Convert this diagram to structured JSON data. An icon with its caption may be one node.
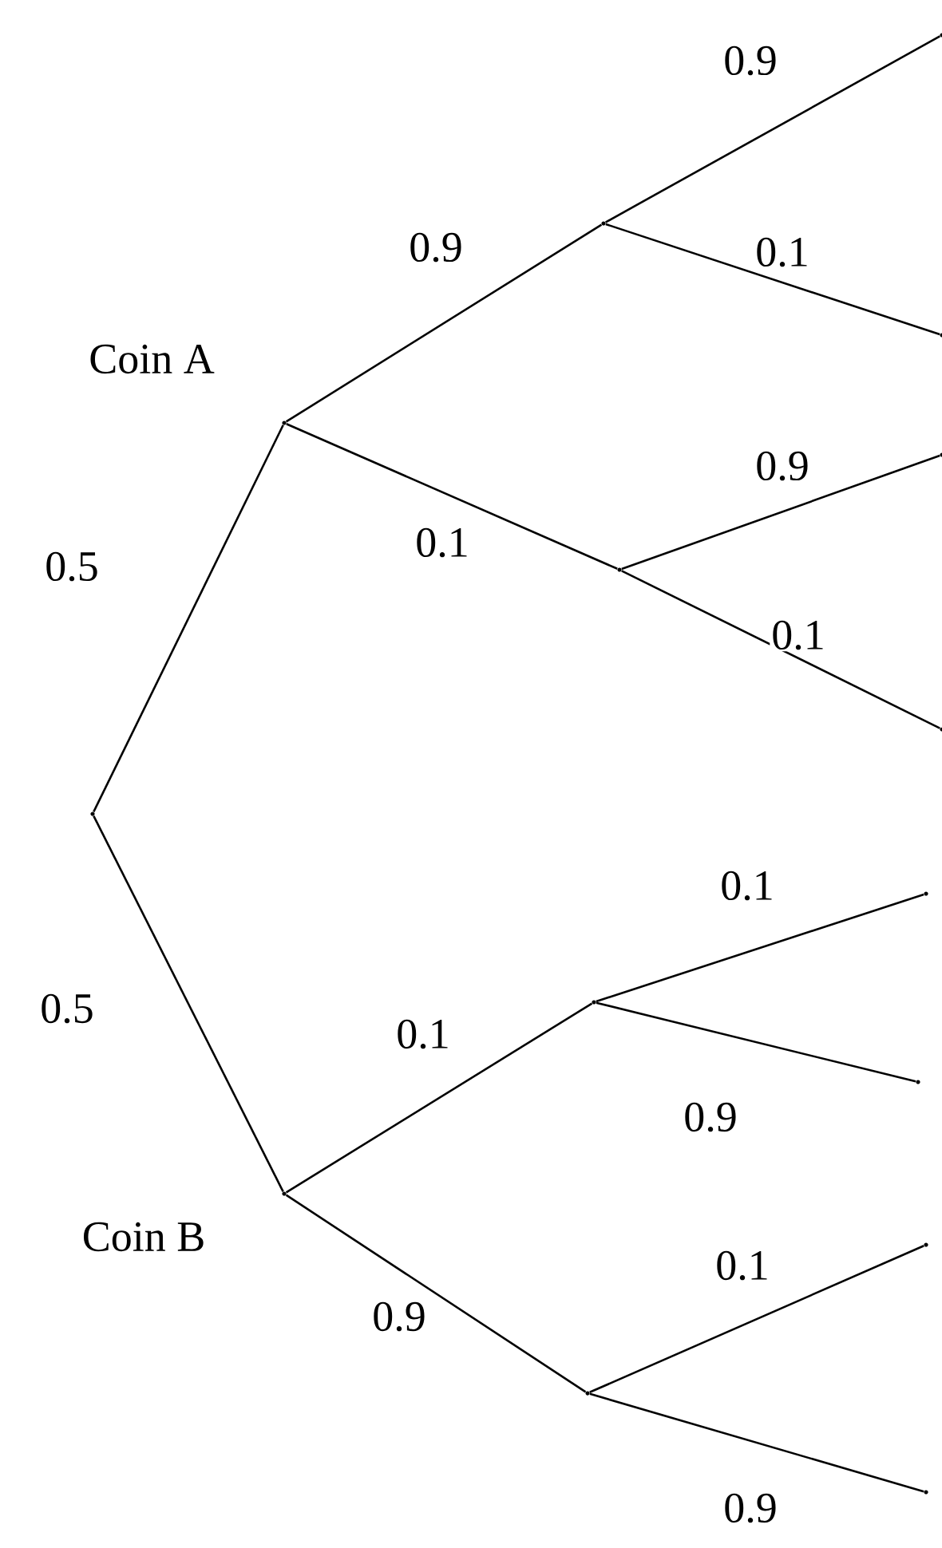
{
  "diagram": {
    "nodes": [
      {
        "text": [],
        "shape": "point"
      },
      {
        "text": [],
        "shape": "point",
        "beside": [
          "Coin A"
        ]
      },
      {
        "text": [],
        "shape": "point",
        "beside": [
          "Coin B"
        ]
      },
      {
        "text": [],
        "shape": "point"
      },
      {
        "text": [],
        "shape": "point"
      },
      {
        "text": [],
        "shape": "point"
      },
      {
        "text": [],
        "shape": "point"
      },
      {
        "text": [],
        "shape": "point"
      },
      {
        "text": [],
        "shape": "point"
      },
      {
        "text": [],
        "shape": "point"
      },
      {
        "text": [],
        "shape": "point"
      },
      {
        "text": [],
        "shape": "point"
      },
      {
        "text": [],
        "shape": "point"
      },
      {
        "text": [],
        "shape": "point"
      },
      {
        "text": [],
        "shape": "point"
      }
    ],
    "edges": [
      {
        "from": 0,
        "to": 1,
        "arrow": "none",
        "label": "0.5"
      },
      {
        "from": 0,
        "to": 2,
        "arrow": "none",
        "label": "0.5"
      },
      {
        "from": 1,
        "to": 3,
        "arrow": "none",
        "label": "0.9"
      },
      {
        "from": 1,
        "to": 4,
        "arrow": "none",
        "label": "0.1"
      },
      {
        "from": 3,
        "to": 7,
        "arrow": "none",
        "label": "0.9"
      },
      {
        "from": 3,
        "to": 8,
        "arrow": "none",
        "label": "0.1"
      },
      {
        "from": 4,
        "to": 9,
        "arrow": "none",
        "label": "0.9"
      },
      {
        "from": 4,
        "to": 10,
        "arrow": "none",
        "label": "0.1"
      },
      {
        "from": 2,
        "to": 5,
        "arrow": "none",
        "label": "0.1"
      },
      {
        "from": 2,
        "to": 6,
        "arrow": "none",
        "label": "0.9"
      },
      {
        "from": 5,
        "to": 11,
        "arrow": "none",
        "label": "0.1"
      },
      {
        "from": 5,
        "to": 12,
        "arrow": "none",
        "label": "0.9"
      },
      {
        "from": 6,
        "to": 13,
        "arrow": "none",
        "label": "0.1"
      },
      {
        "from": 6,
        "to": 14,
        "arrow": "none",
        "label": "0.9"
      }
    ]
  }
}
